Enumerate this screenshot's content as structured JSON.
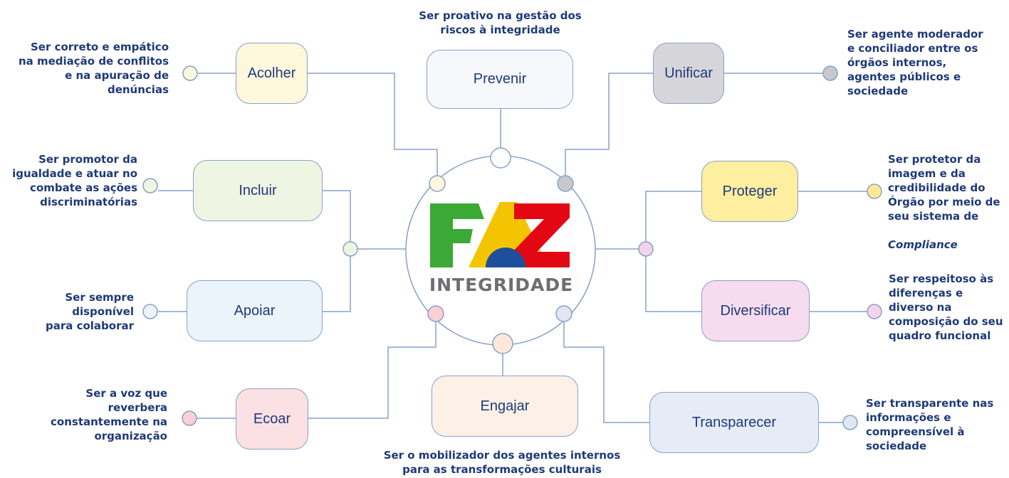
{
  "logo": {
    "text": "INTEGRIDADE",
    "colors": {
      "green": "#3aa935",
      "yellow": "#f5c400",
      "red": "#e30613",
      "blue": "#1d4f9c",
      "gray": "#6d6e71"
    }
  },
  "nodes": [
    {
      "id": "acolher",
      "label": "Acolher",
      "fill": "#fdf8dc",
      "dot": "#fdf8dc",
      "description": "Ser correto e empático\nna mediação de conflitos\ne na apuração de\ndenúncias"
    },
    {
      "id": "prevenir",
      "label": "Prevenir",
      "fill": "#f7f8fc",
      "dot": "#ffffff",
      "description": "Ser proativo na gestão dos\nriscos à integridade"
    },
    {
      "id": "unificar",
      "label": "Unificar",
      "fill": "#d6d6da",
      "dot": "#c8c8cc",
      "description": "Ser agente moderador\ne conciliador entre os\nórgãos internos,\nagentes públicos e\nsociedade"
    },
    {
      "id": "incluir",
      "label": "Incluir",
      "fill": "#eef5e2",
      "dot": "#eef5e2",
      "description": "Ser promotor da\nigualdade e atuar no\ncombate as ações\ndiscriminatórias"
    },
    {
      "id": "proteger",
      "label": "Proteger",
      "fill": "#fdeea0",
      "dot": "#fde992",
      "description": "Ser protetor da\nimagem e da\ncredibilidade do\nÓrgão por meio de\nseu sistema de",
      "description_em": "Compliance"
    },
    {
      "id": "apoiar",
      "label": "Apoiar",
      "fill": "#ebf3fb",
      "dot": "#ebf3fb",
      "description": "Ser sempre\ndisponível\npara colaborar"
    },
    {
      "id": "diversificar",
      "label": "Diversificar",
      "fill": "#f6dcee",
      "dot": "#f4d3ea",
      "description": "Ser respeitoso às\ndiferenças e\ndiverso na\ncomposição do seu\nquadro funcional"
    },
    {
      "id": "ecoar",
      "label": "Ecoar",
      "fill": "#fbe0e4",
      "dot": "#f8d0d6",
      "description": "Ser a voz que\nreverbera\nconstantemente na\norganização"
    },
    {
      "id": "engajar",
      "label": "Engajar",
      "fill": "#fdf0e6",
      "dot": "#fde9da",
      "description": "Ser o mobilizador dos agentes internos\npara as transformações culturais"
    },
    {
      "id": "transparecer",
      "label": "Transparecer",
      "fill": "#e6ebf5",
      "dot": "#e0e6f2",
      "description": "Ser transparente nas\ninformações e\ncompreensível à\nsociedade"
    }
  ]
}
